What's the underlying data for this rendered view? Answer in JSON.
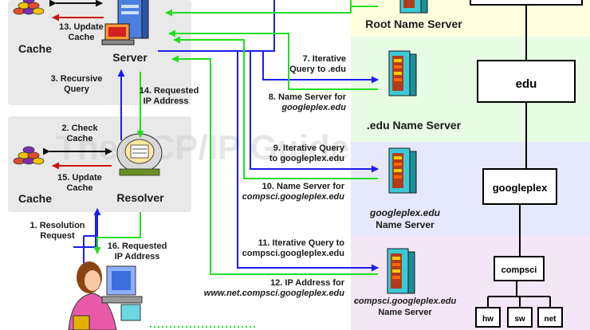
{
  "watermark": "The TCP/IP Guide",
  "left": {
    "server_cache_label": "Cache",
    "server_label": "Server",
    "resolver_cache_label": "Cache",
    "resolver_label": "Resolver"
  },
  "steps": {
    "s1": [
      "1. Resolution",
      "Request"
    ],
    "s2": [
      "2. Check",
      "Cache"
    ],
    "s3": [
      "3. Recursive",
      "Query"
    ],
    "s7": [
      "7. Iterative",
      "Query to .edu"
    ],
    "s8": [
      "8. Name Server for",
      "googleplex.edu"
    ],
    "s9": [
      "9. Iterative Query",
      "to googleplex.edu"
    ],
    "s10": [
      "10. Name Server for",
      "compsci.googleplex.edu"
    ],
    "s11": [
      "11. Iterative Query to",
      "compsci.googleplex.edu"
    ],
    "s12": [
      "12. IP Address for",
      "www.net.compsci.googleplex.edu"
    ],
    "s13": [
      "13. Update",
      "Cache"
    ],
    "s14": [
      "14. Requested",
      "IP Address"
    ],
    "s15": [
      "15. Update",
      "Cache"
    ],
    "s16": [
      "16. Requested",
      "IP Address"
    ]
  },
  "servers": {
    "root": "Root Name Server",
    "edu": ".edu Name Server",
    "googleplex": [
      "googleplex.edu",
      "Name Server"
    ],
    "compsci": [
      "compsci.googleplex.edu",
      "Name Server"
    ]
  },
  "tree": {
    "edu": "edu",
    "googleplex": "googleplex",
    "compsci": "compsci",
    "hw": "hw",
    "sw": "sw",
    "net": "net"
  },
  "colors": {
    "query_arrow": "#1c1cf0",
    "response_arrow": "#22dd22",
    "cache_arrow": "#111111",
    "update_arrow": "#cc1111",
    "root_band": "#ffffe0",
    "edu_band": "#e8fbe4",
    "googleplex_band": "#e6e8fb",
    "compsci_band": "#f3e6f6",
    "left_panel": "#e9e9e9"
  }
}
